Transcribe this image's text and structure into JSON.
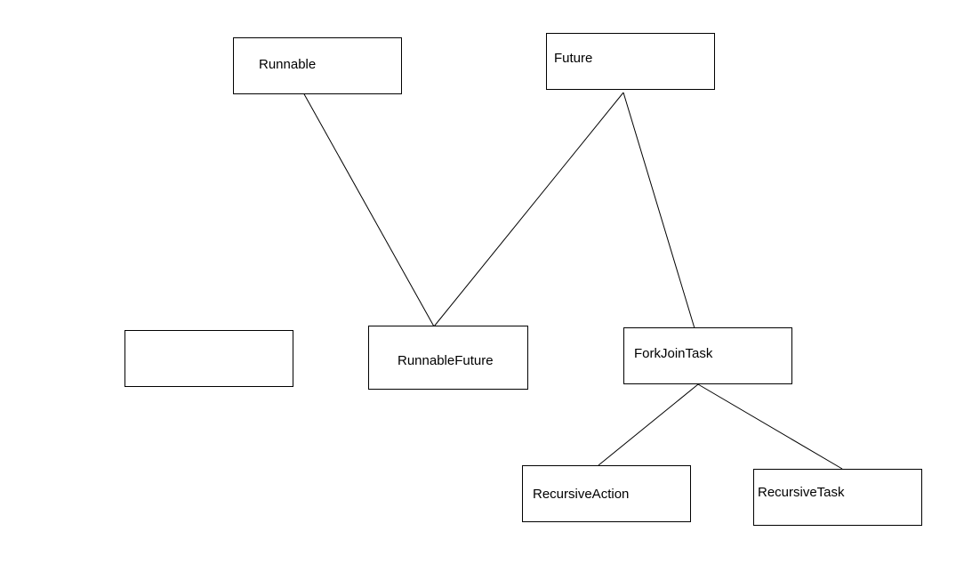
{
  "diagram": {
    "line_color": "#000000",
    "nodes": {
      "runnable": "Runnable",
      "future": "Future",
      "empty": "",
      "runnable_future": "RunnableFuture",
      "fork_join_task": "ForkJoinTask",
      "recursive_action": "RecursiveAction",
      "recursive_task": "RecursiveTask"
    },
    "edges": [
      [
        "runnable",
        "runnable_future"
      ],
      [
        "future",
        "runnable_future"
      ],
      [
        "future",
        "fork_join_task"
      ],
      [
        "fork_join_task",
        "recursive_action"
      ],
      [
        "fork_join_task",
        "recursive_task"
      ]
    ]
  }
}
